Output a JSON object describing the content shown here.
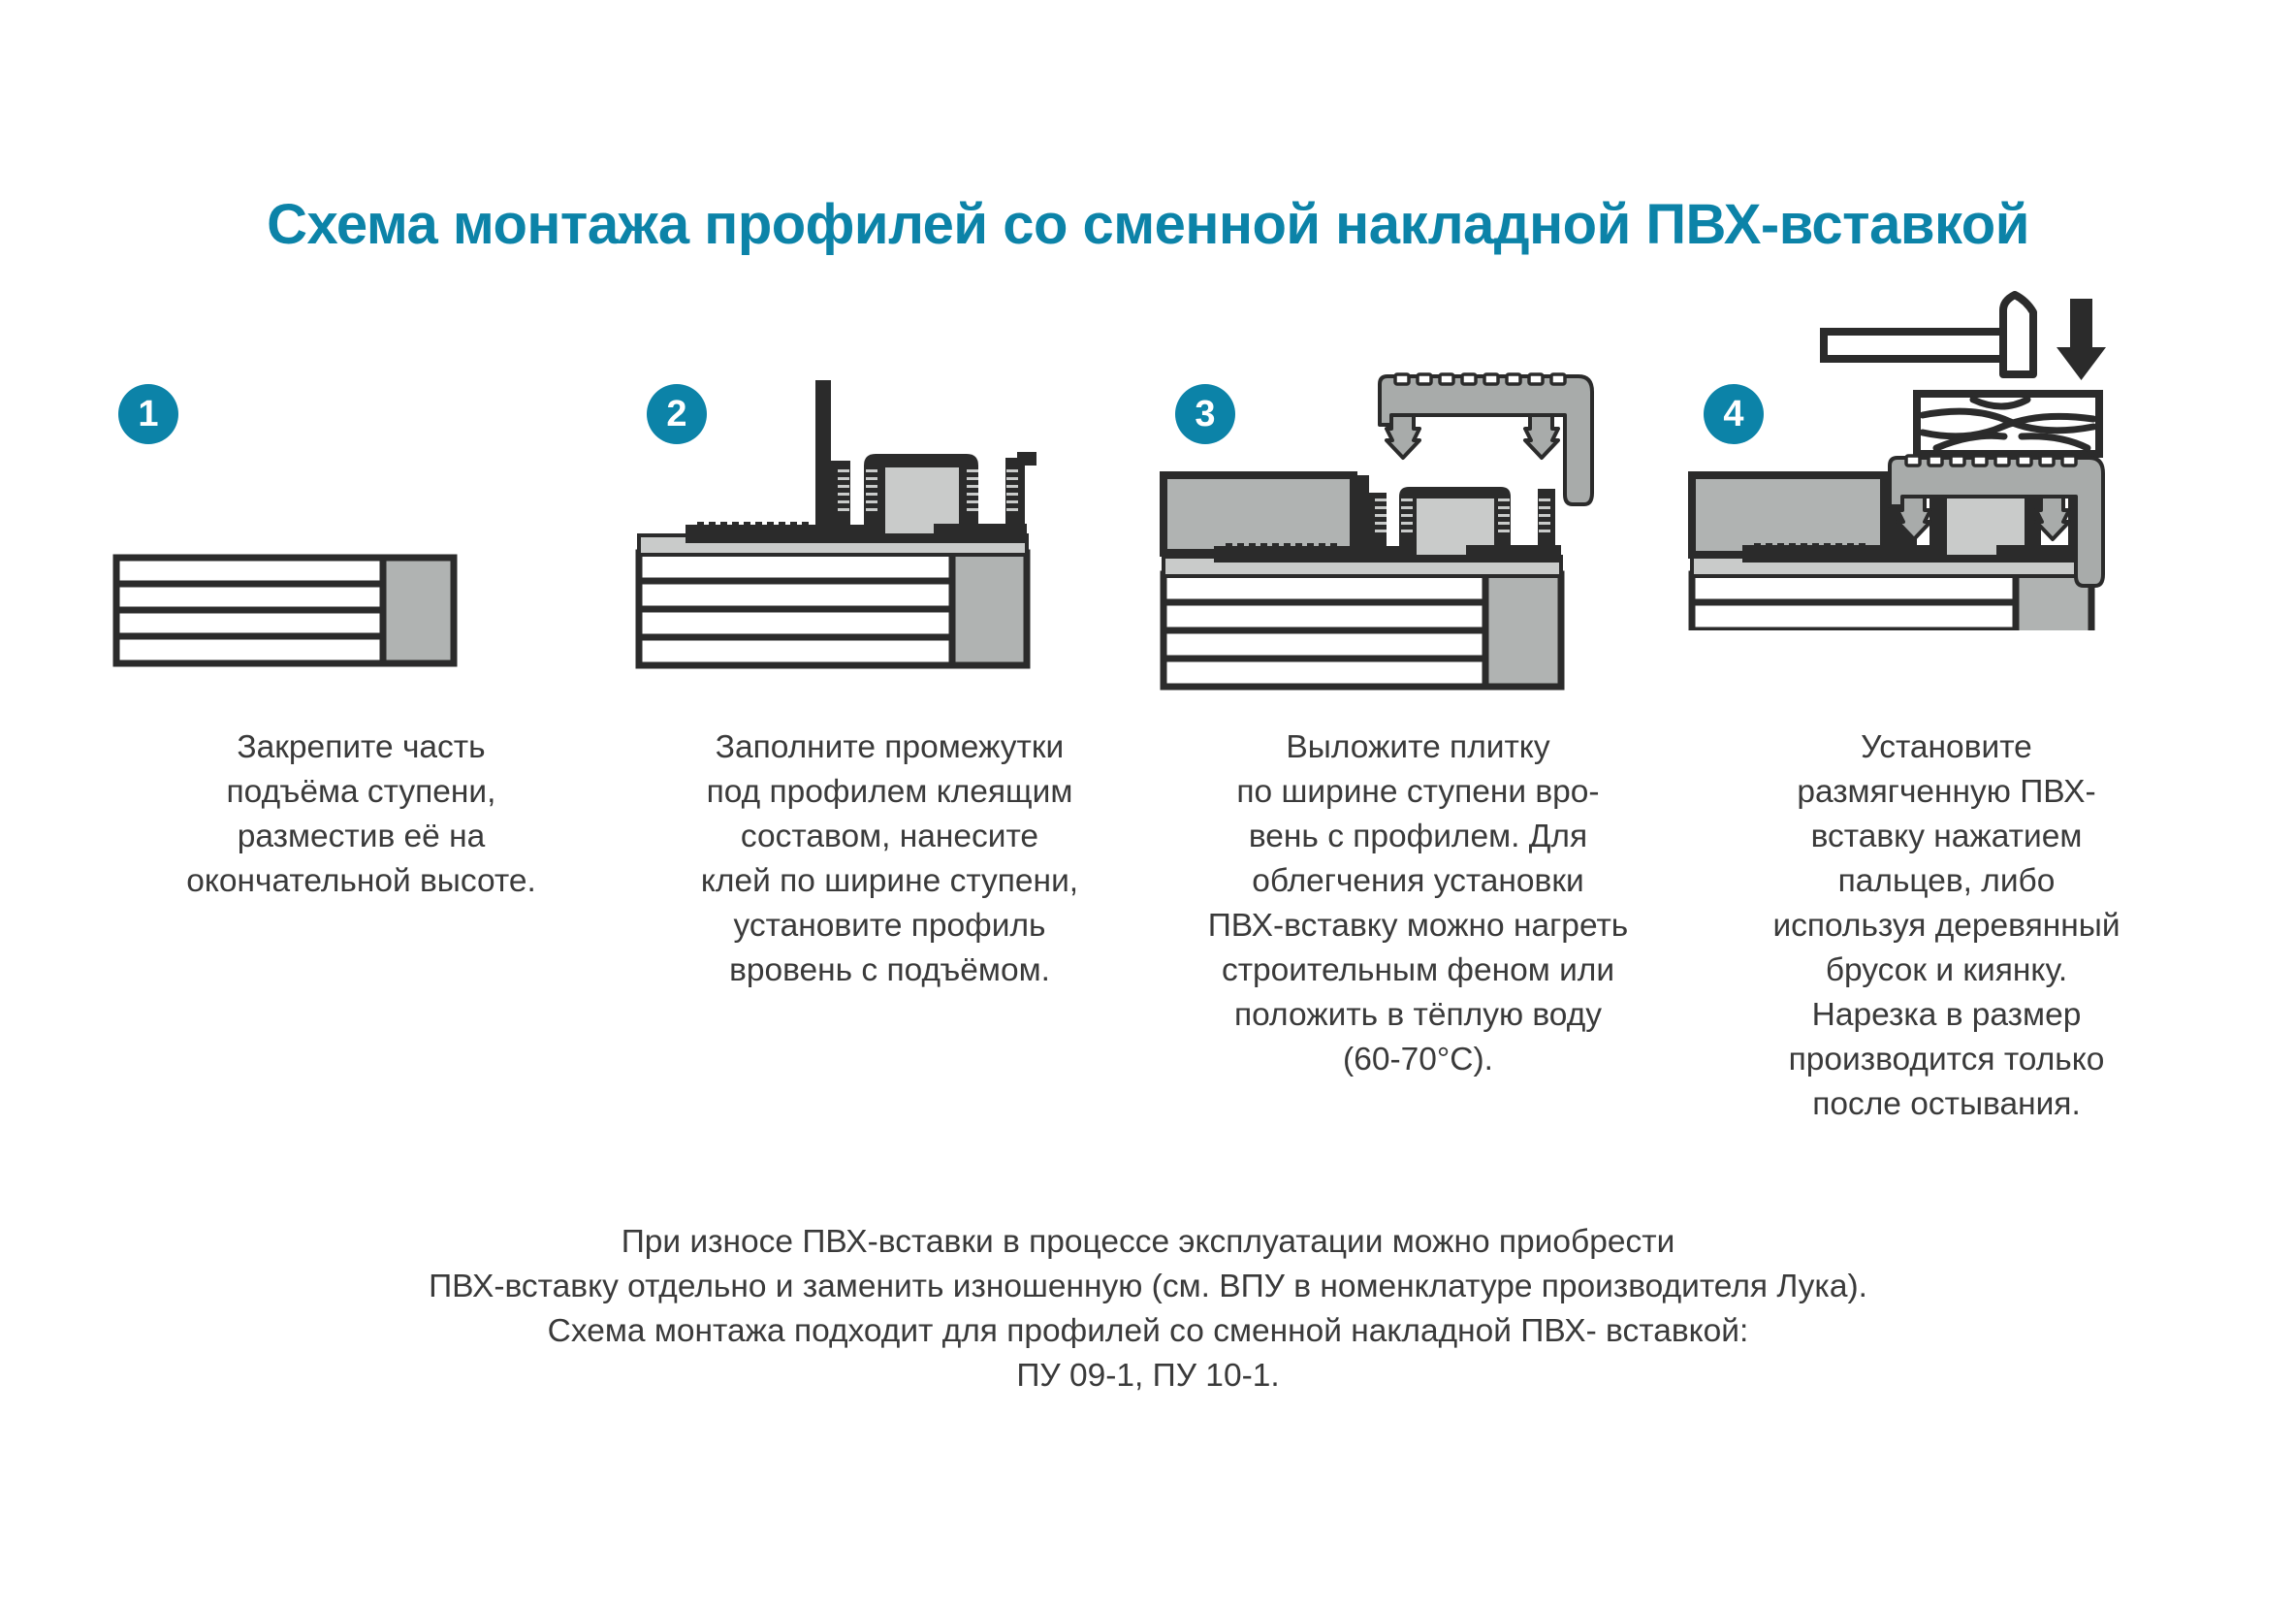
{
  "title": "Схема монтажа профилей со сменной накладной ПВХ-вставкой",
  "colors": {
    "accent": "#0c83a8",
    "outline": "#2b2b2b",
    "gray_fill": "#b0b3b2",
    "light_gray_fill": "#c9cbca",
    "text": "#3a3a3a",
    "background": "#ffffff"
  },
  "steps": [
    {
      "number": "1",
      "caption": "Закрепите часть\nподъёма ступени,\nразместив её на\nокончательной высоте.",
      "figure_elements": [
        "stair-block-layers",
        "gray-riser-column"
      ]
    },
    {
      "number": "2",
      "caption": "Заполните промежутки\nпод профилем клеящим\nсоставом, нанесите\nклей по ширине ступени,\nустановите профиль\nвровень с подъёмом.",
      "figure_elements": [
        "stair-block-layers",
        "gray-riser-column",
        "adhesive-layer",
        "aluminium-profile-cross-section"
      ]
    },
    {
      "number": "3",
      "caption": "Выложите плитку\nпо ширине ступени вро-\nвень с профилем. Для\nоблегчения установки\nПВХ-вставку можно нагреть\nстроительным феном или\nположить в тёплую воду\n(60-70°C).",
      "figure_elements": [
        "stair-block-layers",
        "gray-riser-column",
        "adhesive-layer",
        "aluminium-profile-cross-section",
        "tile-block",
        "pvc-insert-floating"
      ]
    },
    {
      "number": "4",
      "caption": "Установите\nразмягченную ПВХ-\nвставку нажатием\nпальцев, либо\nиспользуя деревянный\nбрусок и киянку.\nНарезка в размер\nпроизводится только\nпосле остывания.",
      "figure_elements": [
        "stair-block-layers",
        "gray-riser-column",
        "adhesive-layer",
        "aluminium-profile-cross-section",
        "tile-block",
        "pvc-insert-installed",
        "wooden-block",
        "mallet",
        "down-arrow"
      ]
    }
  ],
  "footer": "При износе ПВХ-вставки в процессе эксплуатации можно приобрести\nПВХ-вставку отдельно и заменить изношенную (см. ВПУ в номенклатуре производителя Лука).\nСхема монтажа подходит для профилей со сменной накладной ПВХ- вставкой:\nПУ 09-1, ПУ 10-1."
}
